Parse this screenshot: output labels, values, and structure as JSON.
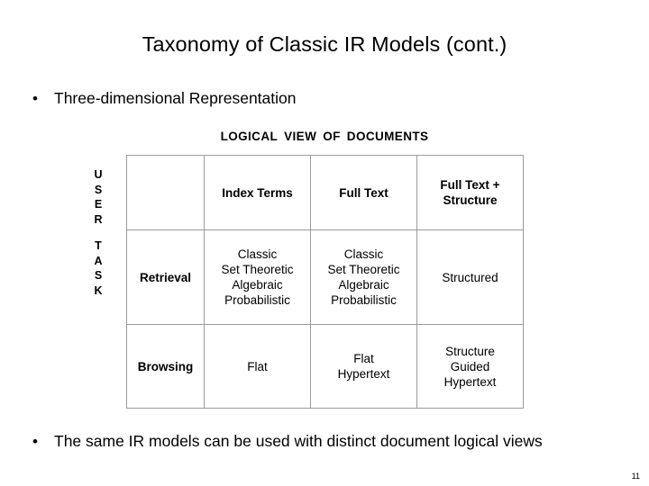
{
  "slide": {
    "title": "Taxonomy of Classic IR Models (cont.)",
    "bullet_marker": "•",
    "bullet_one": "Three-dimensional Representation",
    "bullet_two": "The same IR models can be used with distinct document logical views",
    "page_number": "11"
  },
  "diagram": {
    "column_axis_label_words": [
      "LOGICAL",
      "VIEW",
      "OF",
      "DOCUMENTS"
    ],
    "column_axis_label": "LOGICAL  VIEW  OF  DOCUMENTS",
    "row_axis_label": "USER TASK",
    "row_axis_letters_top": [
      "U",
      "S",
      "E",
      "R"
    ],
    "row_axis_letters_bottom": [
      "T",
      "A",
      "S",
      "K"
    ],
    "corner_cell": "",
    "column_headers": [
      "Index  Terms",
      "Full Text",
      "Full Text +\nStructure"
    ],
    "column_headers_lines": [
      [
        "Index  Terms"
      ],
      [
        "Full Text"
      ],
      [
        "Full Text +",
        "Structure"
      ]
    ],
    "row_headers": [
      "Retrieval",
      "Browsing"
    ],
    "rows": [
      {
        "header": "Retrieval",
        "cells": [
          [
            "Classic",
            "Set Theoretic",
            "Algebraic",
            "Probabilistic"
          ],
          [
            "Classic",
            "Set Theoretic",
            "Algebraic",
            "Probabilistic"
          ],
          [
            "Structured"
          ]
        ]
      },
      {
        "header": "Browsing",
        "cells": [
          [
            "Flat"
          ],
          [
            "Flat",
            "Hypertext"
          ],
          [
            "Structure",
            "Guided",
            "Hypertext"
          ]
        ]
      }
    ],
    "colors": {
      "header_fill": "#e4e4e4",
      "cell_fill": "#ffffff",
      "border": "#9b9b9b",
      "text": "#000000"
    }
  }
}
